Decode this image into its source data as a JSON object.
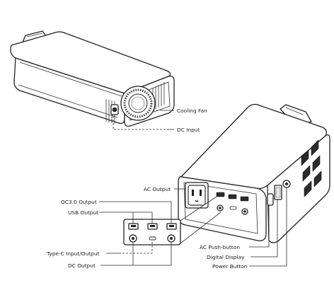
{
  "labels": {
    "cooling_fan": "Cooling Fan",
    "dc_input": "DC Input",
    "ac_output": "AC Output",
    "qc30_output": "QC3.0 Output",
    "usb_output": "USB Output",
    "type_c": "Type-C Input/Output",
    "dc_output": "DC Output",
    "ac_push_button": "AC Push-button",
    "digital_display": "Digital Display",
    "power_button": "Power Button"
  }
}
